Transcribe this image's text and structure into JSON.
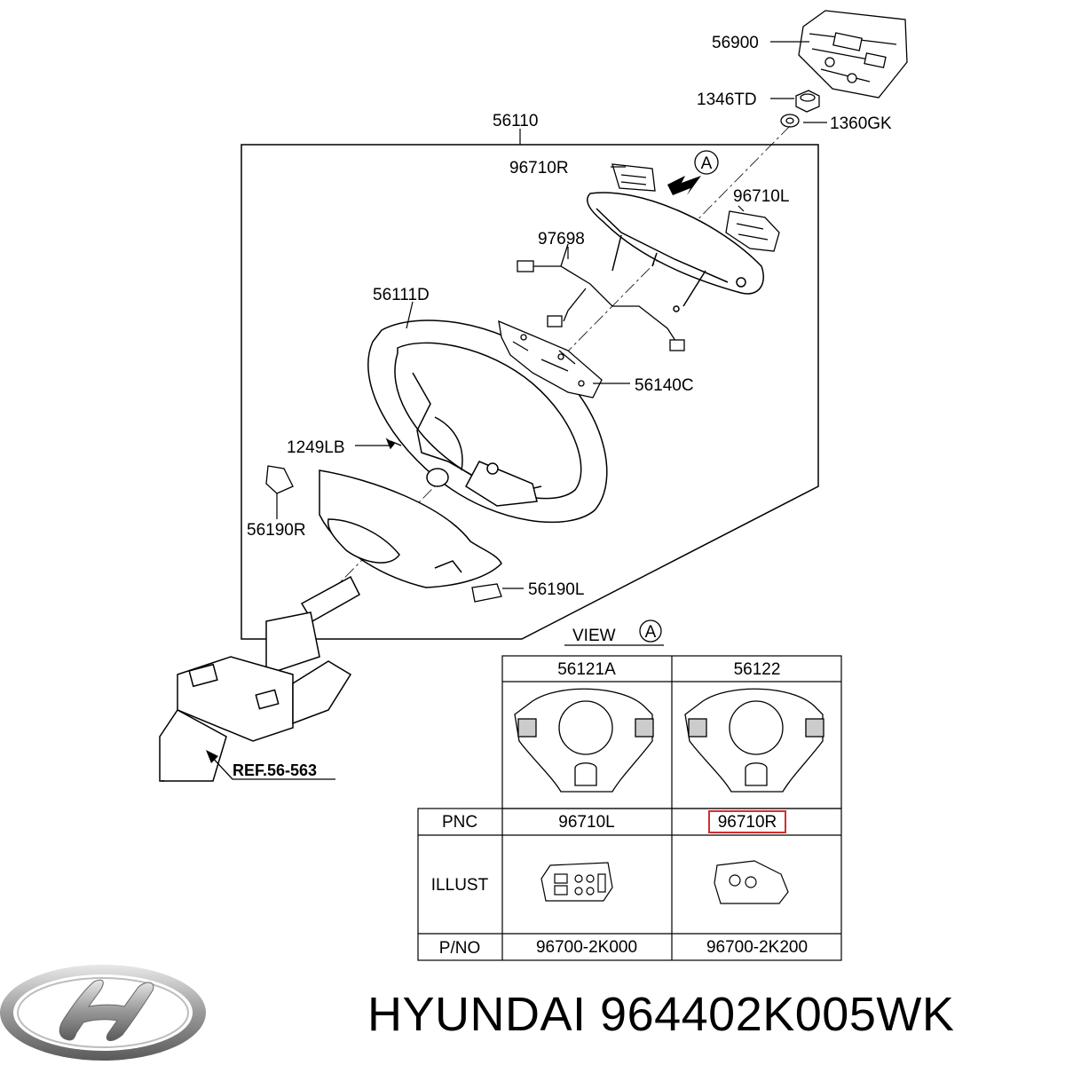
{
  "callouts": {
    "c56900": "56900",
    "c1346TD": "1346TD",
    "c1360GK": "1360GK",
    "c56110": "56110",
    "c96710R": "96710R",
    "c96710L": "96710L",
    "c97698": "97698",
    "c56111D": "56111D",
    "c56140C": "56140C",
    "c1249LB": "1249LB",
    "c56190R": "56190R",
    "c56190L": "56190L",
    "ref": "REF.56-563",
    "arrow_marker": "A"
  },
  "view": {
    "label": "VIEW",
    "marker": "A"
  },
  "table": {
    "col_headers": [
      "56121A",
      "56122"
    ],
    "rows": {
      "pnc": {
        "label": "PNC",
        "values": [
          "96710L",
          "96710R"
        ]
      },
      "illust": {
        "label": "ILLUST"
      },
      "pno": {
        "label": "P/NO",
        "values": [
          "96700-2K000",
          "96700-2K200"
        ]
      }
    },
    "highlight_color": "#d32f2f"
  },
  "brand": {
    "name": "HYUNDAI",
    "part_number": "964402K005WK",
    "logo": "hyundai-logo-icon"
  }
}
